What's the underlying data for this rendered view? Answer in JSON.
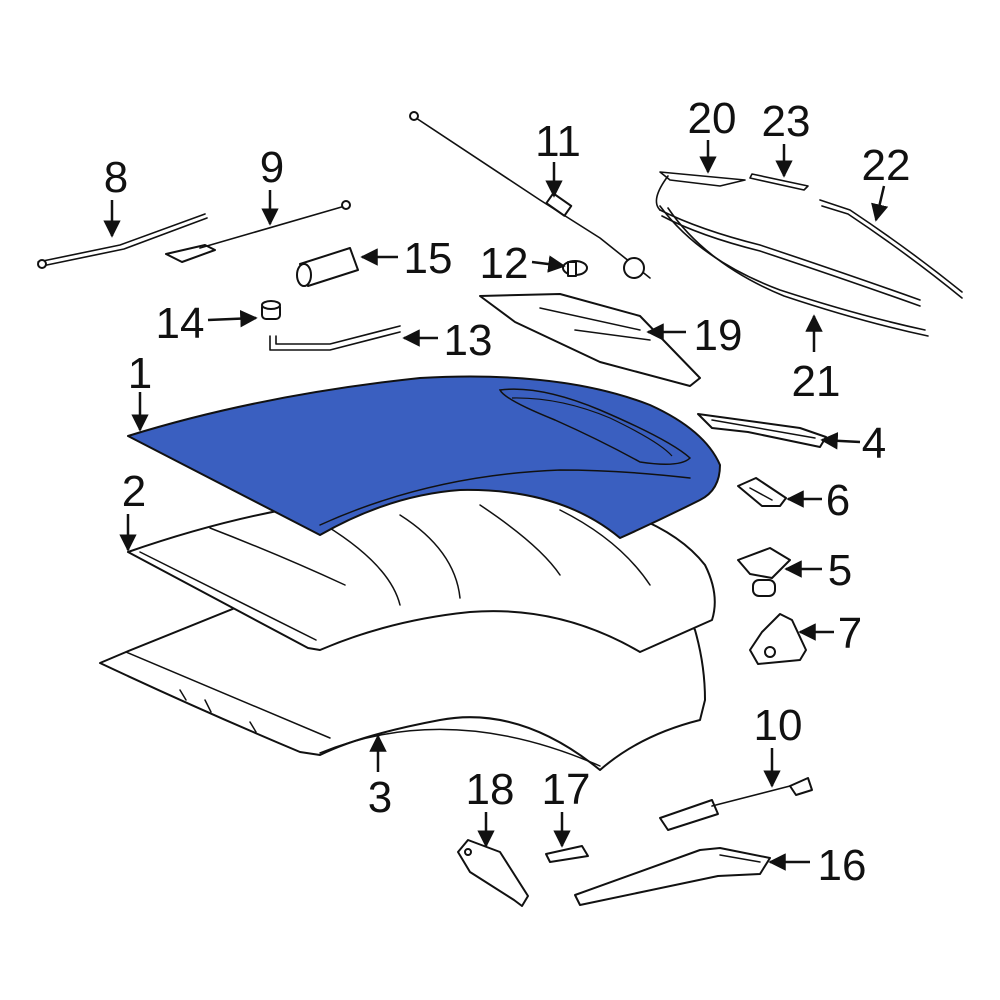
{
  "diagram": {
    "highlight_color": "#3a5fc0",
    "outline_color": "#111111",
    "background": "#ffffff",
    "callouts": [
      {
        "id": "1",
        "label": "1"
      },
      {
        "id": "2",
        "label": "2"
      },
      {
        "id": "3",
        "label": "3"
      },
      {
        "id": "4",
        "label": "4"
      },
      {
        "id": "5",
        "label": "5"
      },
      {
        "id": "6",
        "label": "6"
      },
      {
        "id": "7",
        "label": "7"
      },
      {
        "id": "8",
        "label": "8"
      },
      {
        "id": "9",
        "label": "9"
      },
      {
        "id": "10",
        "label": "10"
      },
      {
        "id": "11",
        "label": "11"
      },
      {
        "id": "12",
        "label": "12"
      },
      {
        "id": "13",
        "label": "13"
      },
      {
        "id": "14",
        "label": "14"
      },
      {
        "id": "15",
        "label": "15"
      },
      {
        "id": "16",
        "label": "16"
      },
      {
        "id": "17",
        "label": "17"
      },
      {
        "id": "18",
        "label": "18"
      },
      {
        "id": "19",
        "label": "19"
      },
      {
        "id": "20",
        "label": "20"
      },
      {
        "id": "21",
        "label": "21"
      },
      {
        "id": "22",
        "label": "22"
      },
      {
        "id": "23",
        "label": "23"
      }
    ]
  }
}
